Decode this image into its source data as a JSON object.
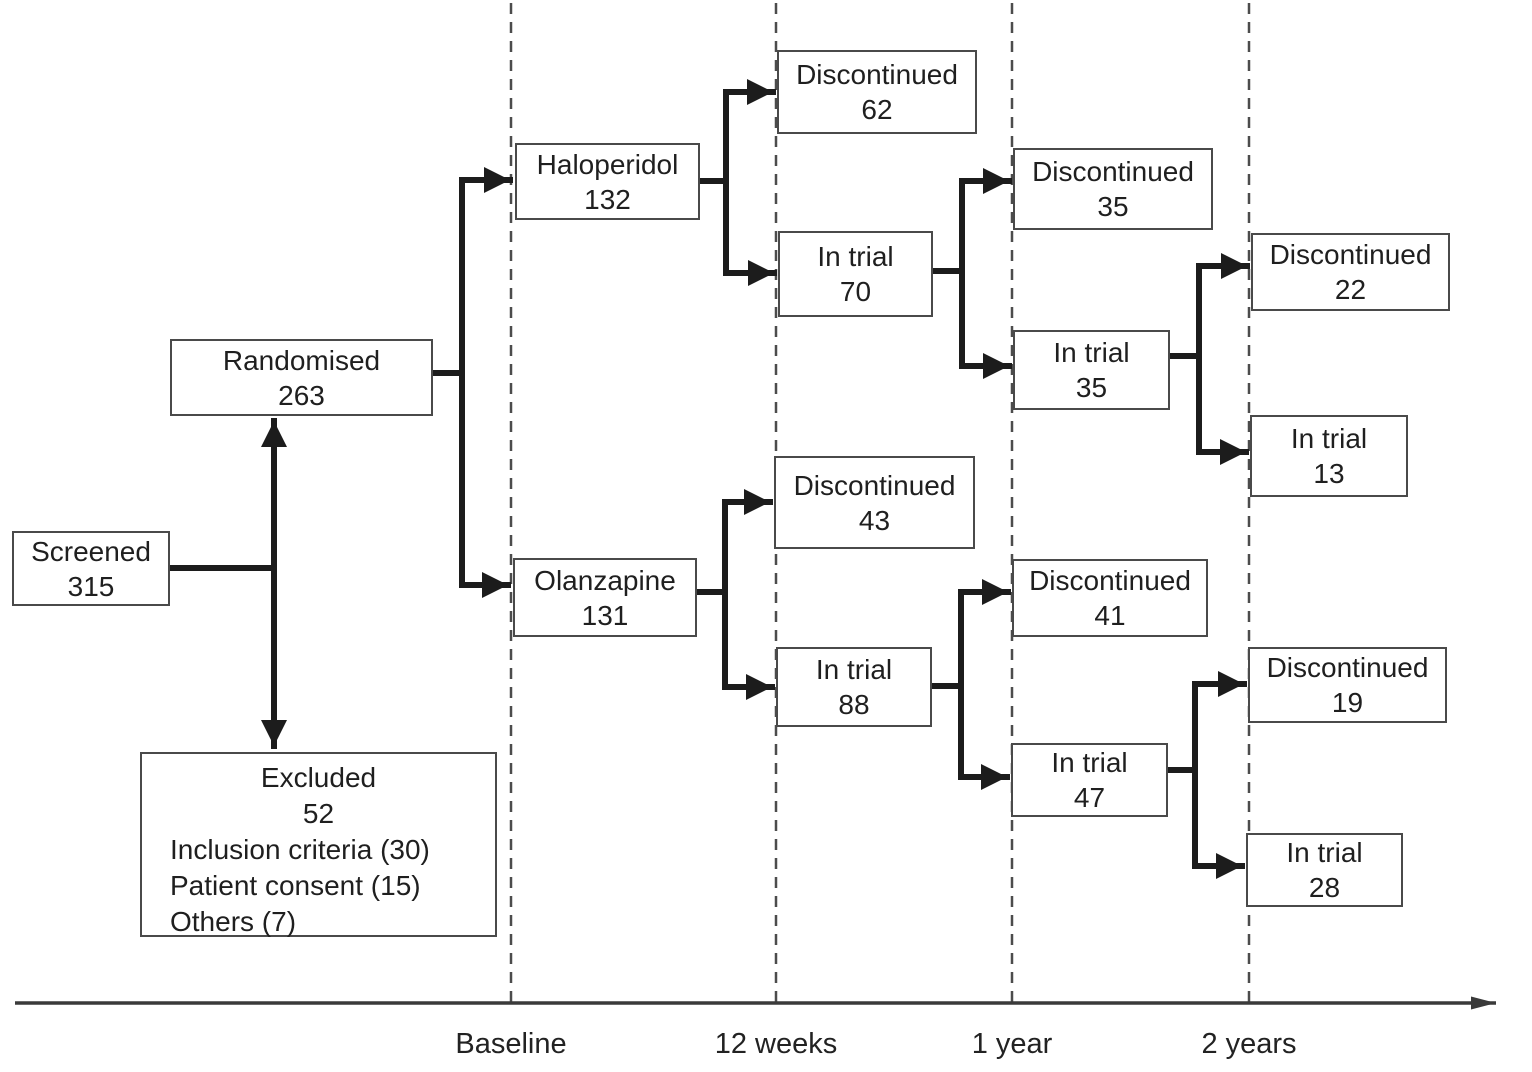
{
  "diagram": {
    "boxes": {
      "screened": {
        "label": "Screened",
        "value": "315"
      },
      "randomised": {
        "label": "Randomised",
        "value": "263"
      },
      "excluded": {
        "label": "Excluded",
        "value": "52",
        "reasons": [
          "Inclusion criteria (30)",
          "Patient consent (15)",
          "Others (7)"
        ]
      },
      "haloperidol": {
        "label": "Haloperidol",
        "value": "132"
      },
      "hal_12w_disc": {
        "label": "Discontinued",
        "value": "62"
      },
      "hal_12w_trial": {
        "label": "In trial",
        "value": "70"
      },
      "hal_1y_disc": {
        "label": "Discontinued",
        "value": "35"
      },
      "hal_1y_trial": {
        "label": "In trial",
        "value": "35"
      },
      "hal_2y_disc": {
        "label": "Discontinued",
        "value": "22"
      },
      "hal_2y_trial": {
        "label": "In trial",
        "value": "13"
      },
      "olanzapine": {
        "label": "Olanzapine",
        "value": "131"
      },
      "ola_12w_disc": {
        "label": "Discontinued",
        "value": "43"
      },
      "ola_12w_trial": {
        "label": "In trial",
        "value": "88"
      },
      "ola_1y_disc": {
        "label": "Discontinued",
        "value": "41"
      },
      "ola_1y_trial": {
        "label": "In trial",
        "value": "47"
      },
      "ola_2y_disc": {
        "label": "Discontinued",
        "value": "19"
      },
      "ola_2y_trial": {
        "label": "In trial",
        "value": "28"
      }
    },
    "timeline": {
      "labels": [
        "Baseline",
        "12 weeks",
        "1 year",
        "2 years"
      ]
    },
    "colors": {
      "ink": "#1c1c1c",
      "box_border": "#4a4a4a",
      "dashed_line": "#4c4c4c"
    }
  }
}
